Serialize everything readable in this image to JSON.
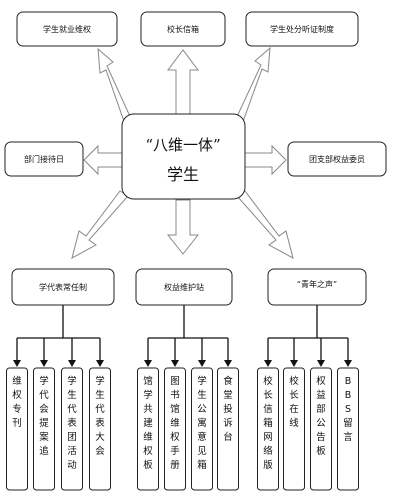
{
  "center": {
    "title": "“八维一体”",
    "subtitle": "学生"
  },
  "top_boxes": {
    "left": "学生就业维权",
    "middle": "校长信箱",
    "right": "学生处分听证制度"
  },
  "side_boxes": {
    "left": "部门接待日",
    "right": "团支部权益委员"
  },
  "bottom_boxes": {
    "left": "学代表常任制",
    "middle": "权益维护站",
    "right": "“青年之声”"
  },
  "leaves": {
    "left": [
      "维权专刊",
      "学代会提案追",
      "学生代表团活动",
      "学生代表大会"
    ],
    "middle": [
      "馆学共建维权板",
      "图书馆维权手册",
      "学生公寓意见箱",
      "食堂投诉台"
    ],
    "right": [
      "校长信箱网络版",
      "校长在线",
      "权益部公告板",
      "BBS留言"
    ]
  }
}
